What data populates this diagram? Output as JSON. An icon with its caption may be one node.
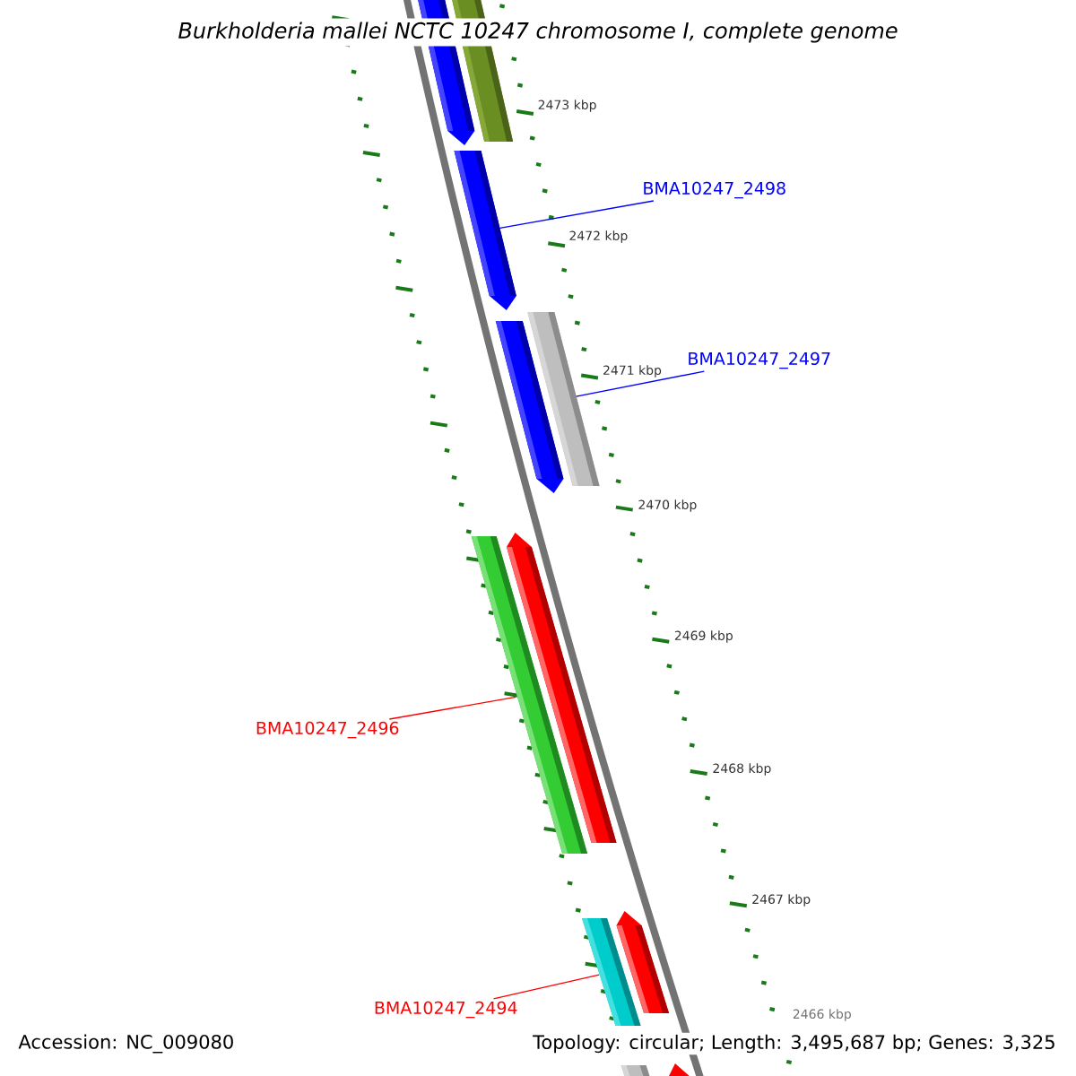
{
  "diagram": {
    "title": "Burkholderia mallei NCTC 10247 chromosome I, complete genome",
    "nodes": [
      {
        "text": [],
        "shape": "arrow"
      },
      {
        "text": [],
        "shape": "bar"
      },
      {
        "text": [],
        "shape": "arrow"
      },
      {
        "text": [
          "BMA10247_2498"
        ]
      },
      {
        "text": [],
        "shape": "arrow"
      },
      {
        "text": [],
        "shape": "bar"
      },
      {
        "text": [
          "BMA10247_2497"
        ]
      },
      {
        "text": [],
        "shape": "bar"
      },
      {
        "text": [],
        "shape": "arrow"
      },
      {
        "text": [
          "BMA10247_2496"
        ]
      },
      {
        "text": [],
        "shape": "bar"
      },
      {
        "text": [],
        "shape": "arrow"
      },
      {
        "text": [
          "BMA10247_2494"
        ]
      },
      {
        "text": [],
        "shape": "bar"
      },
      {
        "text": [],
        "shape": "arrow"
      }
    ],
    "edges": [
      {
        "from": 3,
        "to": 2,
        "arrow": "none",
        "color": "#0000ff"
      },
      {
        "from": 6,
        "to": 5,
        "arrow": "none",
        "color": "#0000ff"
      },
      {
        "from": 9,
        "to": 7,
        "arrow": "none",
        "color": "#ff0000"
      },
      {
        "from": 12,
        "to": 10,
        "arrow": "none",
        "color": "#ff0000"
      }
    ],
    "labels": [
      "2473 kbp",
      "2472 kbp",
      "2471 kbp",
      "2470 kbp",
      "2469 kbp",
      "2468 kbp",
      "2467 kbp",
      "2466 kbp",
      "Accession: NC_009080",
      "Topology: circular; Length: 3,495,687 bp; Genes: 3,325"
    ]
  }
}
